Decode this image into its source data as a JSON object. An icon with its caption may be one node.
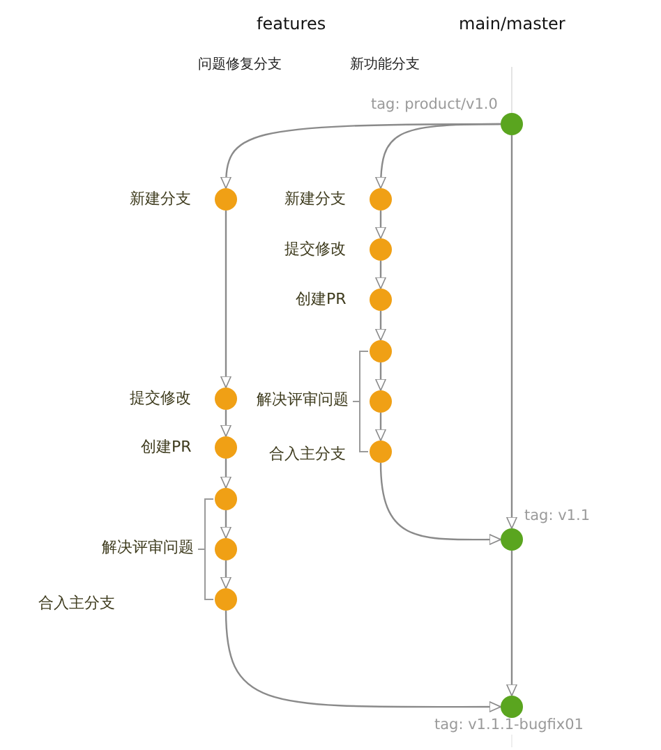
{
  "diagram": {
    "nodes": [
      {
        "text": [],
        "shape": "circle",
        "beside": [
          "tag: product/v1.0"
        ]
      },
      {
        "text": [],
        "shape": "circle",
        "beside": [
          "新建分支"
        ]
      },
      {
        "text": [],
        "shape": "circle",
        "beside": [
          "新建分支"
        ]
      },
      {
        "text": [],
        "shape": "circle",
        "beside": [
          "提交修改"
        ]
      },
      {
        "text": [],
        "shape": "circle",
        "beside": [
          "创建PR"
        ]
      },
      {
        "text": [],
        "shape": "circle"
      },
      {
        "text": [],
        "shape": "circle"
      },
      {
        "text": [],
        "shape": "circle",
        "beside": [
          "合入主分支"
        ]
      },
      {
        "text": [],
        "shape": "circle",
        "beside": [
          "提交修改"
        ]
      },
      {
        "text": [],
        "shape": "circle",
        "beside": [
          "创建PR"
        ]
      },
      {
        "text": [],
        "shape": "circle"
      },
      {
        "text": [],
        "shape": "circle"
      },
      {
        "text": [],
        "shape": "circle"
      },
      {
        "text": [],
        "shape": "circle",
        "beside": [
          "tag: v1.1"
        ]
      },
      {
        "text": [],
        "shape": "circle",
        "beside": [
          "tag: v1.1.1-bugfix01"
        ]
      }
    ],
    "edges": [
      {
        "from": 0,
        "to": 1,
        "arrow": "to"
      },
      {
        "from": 0,
        "to": 2,
        "arrow": "to"
      },
      {
        "from": 2,
        "to": 3,
        "arrow": "to"
      },
      {
        "from": 3,
        "to": 4,
        "arrow": "to"
      },
      {
        "from": 4,
        "to": 5,
        "arrow": "to"
      },
      {
        "from": 5,
        "to": 6,
        "arrow": "to"
      },
      {
        "from": 6,
        "to": 7,
        "arrow": "to"
      },
      {
        "from": 1,
        "to": 8,
        "arrow": "to"
      },
      {
        "from": 8,
        "to": 9,
        "arrow": "to"
      },
      {
        "from": 9,
        "to": 10,
        "arrow": "to"
      },
      {
        "from": 10,
        "to": 11,
        "arrow": "to"
      },
      {
        "from": 11,
        "to": 12,
        "arrow": "to"
      },
      {
        "from": 0,
        "to": 13,
        "arrow": "to"
      },
      {
        "from": 7,
        "to": 13,
        "arrow": "to"
      },
      {
        "from": 13,
        "to": 14,
        "arrow": "to"
      },
      {
        "from": 12,
        "to": 14,
        "arrow": "to"
      }
    ],
    "labels": [
      "features",
      "main/master",
      "问题修复分支",
      "新功能分支",
      "解决评审问题",
      "解决评审问题",
      "合入主分支"
    ]
  }
}
